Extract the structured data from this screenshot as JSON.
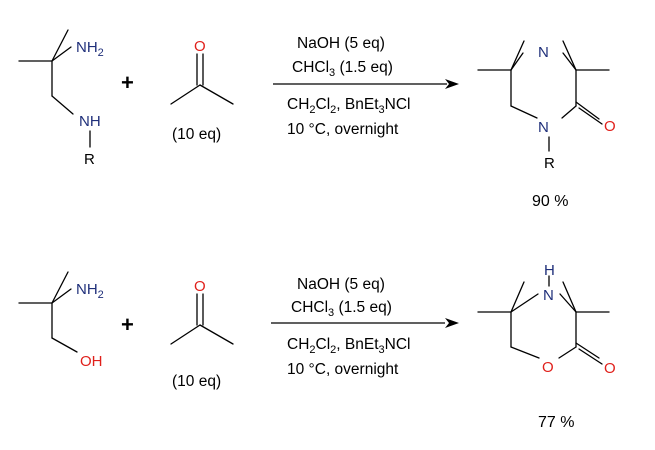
{
  "colors": {
    "nitrogen": "#1f2f7a",
    "oxygen": "#e0201b",
    "bond": "#000000"
  },
  "atoms": {
    "N": "N",
    "NH": "NH",
    "H": "H",
    "NH2_main": "NH",
    "NH2_sub": "2",
    "O": "O",
    "OH": "OH",
    "R": "R"
  },
  "plus_sign": "+",
  "reactions": [
    {
      "acetone_equiv": "(10 eq)",
      "condition_line1": "NaOH (5 eq)",
      "condition_line2": {
        "a": "CHCl",
        "b": "3",
        "c": " (1.5 eq)"
      },
      "condition_line3": {
        "a": "CH",
        "b": "2",
        "c": "Cl",
        "d": "2",
        "e": ", BnEt",
        "f": "3",
        "g": "NCl"
      },
      "condition_line4": "10 °C, overnight",
      "yield": "90 %"
    },
    {
      "acetone_equiv": "(10 eq)",
      "condition_line1": "NaOH (5 eq)",
      "condition_line2": {
        "a": "CHCl",
        "b": "3",
        "c": " (1.5 eq)"
      },
      "condition_line3": {
        "a": "CH",
        "b": "2",
        "c": "Cl",
        "d": "2",
        "e": ", BnEt",
        "f": "3",
        "g": "NCl"
      },
      "condition_line4": "10 °C, overnight",
      "yield": "77 %"
    }
  ]
}
